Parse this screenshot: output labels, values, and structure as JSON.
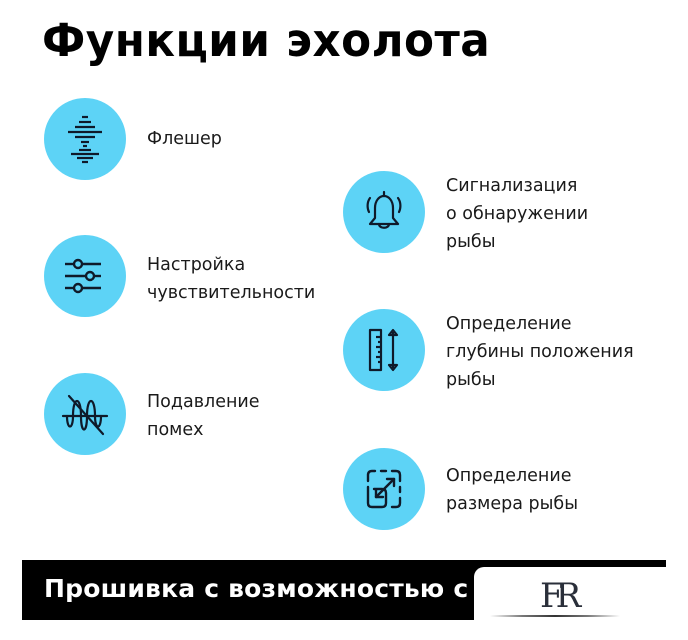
{
  "title": "Функции эхолота",
  "colors": {
    "accent_circle": "#5dd3f6",
    "icon_stroke": "#0f1a2a",
    "bar_bg": "#000000",
    "bar_text": "#ffffff"
  },
  "features": [
    {
      "icon": "flasher-icon",
      "lines": [
        "Флешер"
      ]
    },
    {
      "icon": "sliders-icon",
      "lines": [
        "Настройка",
        "чувствительности"
      ]
    },
    {
      "icon": "noise-suppression-icon",
      "lines": [
        "Подавление",
        "помех"
      ]
    },
    {
      "icon": "bell-icon",
      "lines": [
        "Сигнализация",
        "о обнаружении",
        "рыбы"
      ]
    },
    {
      "icon": "ruler-depth-icon",
      "lines": [
        "Определение",
        "глубины положения",
        "рыбы"
      ]
    },
    {
      "icon": "resize-icon",
      "lines": [
        "Определение",
        "размера рыбы"
      ]
    }
  ],
  "footer_bar": {
    "text": "Прошивка с возможностью с"
  },
  "logo": {
    "text": "FR"
  }
}
